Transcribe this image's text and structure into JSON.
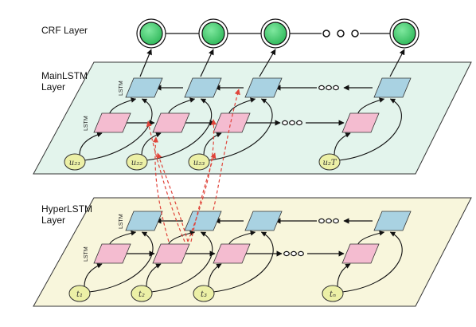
{
  "labels": {
    "crf_layer": "CRF Layer",
    "main_layer": "MainLSTM\nLayer",
    "hyper_layer": "HyperLSTM\nLayer",
    "lstm": "LSTM"
  },
  "main_inputs": [
    "u₂₁",
    "u₂₂",
    "u₂₃",
    "u₂T"
  ],
  "hyper_inputs": [
    "t₁",
    "t₂",
    "t₃",
    "tₙ"
  ],
  "ellipsis": "ooo",
  "colors": {
    "main_plane": "#e3f4ec",
    "hyper_plane": "#f8f6dc",
    "lstm_top": "#a9d2e2",
    "lstm_bottom": "#f4bcd0",
    "input_node": "#ecf0a6",
    "crf_node": "#3ecf6e",
    "dashed_arrow": "#e0443a"
  }
}
